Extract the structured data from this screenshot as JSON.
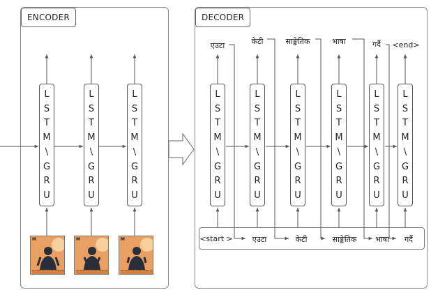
{
  "encoder": {
    "title": "ENCODER",
    "cell_letters": [
      "L",
      "S",
      "T",
      "M",
      "\\",
      "G",
      "R",
      "U"
    ],
    "frame_caption": "ঢাকা আন্তর্জাতিক প্রতিবন্ধী চলচ্চিত্র উৎসব",
    "frame_corner_label": "M"
  },
  "decoder": {
    "title": "DECODER",
    "cell_letters": [
      "L",
      "S",
      "T",
      "M",
      "\\",
      "G",
      "R",
      "U"
    ],
    "outputs": [
      "एउटा",
      "केटी",
      "साङ्केतिक",
      "भाषा",
      "गर्दै",
      "<end>"
    ],
    "inputs": [
      "<start >",
      "एउटा",
      "केटी",
      "साङ्केतिक",
      "भाषा",
      "गर्दै"
    ]
  },
  "colors": {
    "line": "#555555",
    "frame_bg": "#e9a063",
    "person": "#2a2d3a"
  }
}
